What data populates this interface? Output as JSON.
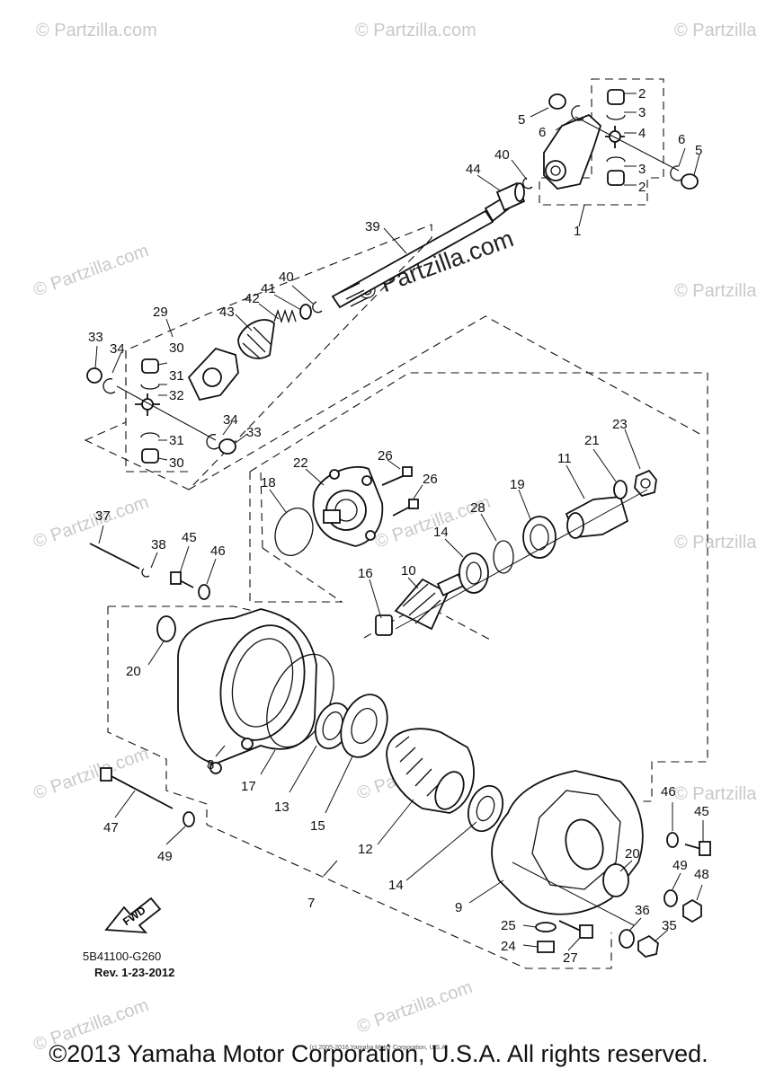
{
  "watermarks": {
    "corner": "© Partzilla.com",
    "center": "© Partzilla.com"
  },
  "diagram": {
    "drawing_code": "5B41100-G260",
    "revision": "Rev. 1-23-2012",
    "fwd_label": "FWD",
    "footer": "©2013 Yamaha Motor Corporation, U.S.A. All rights reserved.",
    "fine_print": "(c) 2005-2016 Yamaha Motor Corporation, U.S.A."
  },
  "callouts": {
    "c1": "1",
    "c2a": "2",
    "c2b": "2",
    "c3a": "3",
    "c3b": "3",
    "c4": "4",
    "c5a": "5",
    "c5b": "5",
    "c6a": "6",
    "c6b": "6",
    "c7": "7",
    "c8": "8",
    "c9": "9",
    "c10": "10",
    "c11": "11",
    "c12": "12",
    "c13": "13",
    "c14a": "14",
    "c14b": "14",
    "c15": "15",
    "c16": "16",
    "c17": "17",
    "c18": "18",
    "c19": "19",
    "c20a": "20",
    "c20b": "20",
    "c21": "21",
    "c22": "22",
    "c23": "23",
    "c24": "24",
    "c25": "25",
    "c26a": "26",
    "c26b": "26",
    "c27": "27",
    "c28": "28",
    "c29": "29",
    "c30a": "30",
    "c30b": "30",
    "c31a": "31",
    "c31b": "31",
    "c32": "32",
    "c33a": "33",
    "c33b": "33",
    "c34a": "34",
    "c34b": "34",
    "c35": "35",
    "c36": "36",
    "c37": "37",
    "c38": "38",
    "c39": "39",
    "c40a": "40",
    "c40b": "40",
    "c41": "41",
    "c42": "42",
    "c43": "43",
    "c44": "44",
    "c45a": "45",
    "c45b": "45",
    "c46a": "46",
    "c46b": "46",
    "c47": "47",
    "c48": "48",
    "c49a": "49",
    "c49b": "49"
  }
}
